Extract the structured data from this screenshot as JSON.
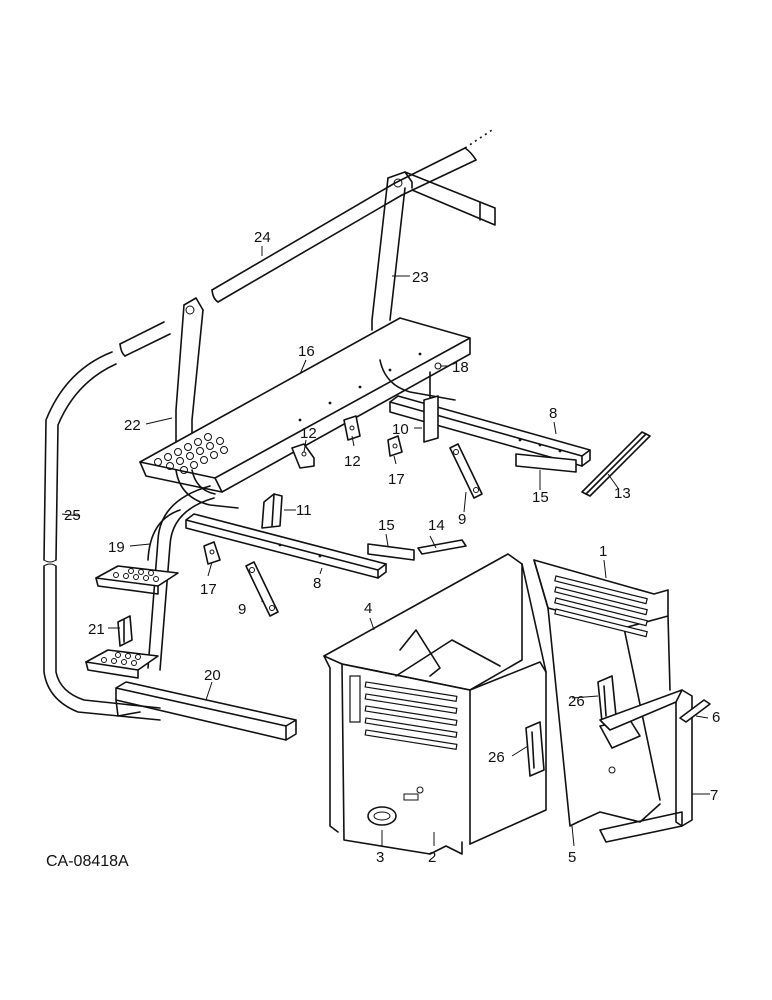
{
  "drawing_ref": "CA-08418A",
  "callouts": [
    {
      "id": "c1",
      "label": "1"
    },
    {
      "id": "c2",
      "label": "2"
    },
    {
      "id": "c3",
      "label": "3"
    },
    {
      "id": "c4",
      "label": "4"
    },
    {
      "id": "c5",
      "label": "5"
    },
    {
      "id": "c6",
      "label": "6"
    },
    {
      "id": "c7",
      "label": "7"
    },
    {
      "id": "c8a",
      "label": "8"
    },
    {
      "id": "c8b",
      "label": "8"
    },
    {
      "id": "c9a",
      "label": "9"
    },
    {
      "id": "c9b",
      "label": "9"
    },
    {
      "id": "c10",
      "label": "10"
    },
    {
      "id": "c11",
      "label": "11"
    },
    {
      "id": "c12a",
      "label": "12"
    },
    {
      "id": "c12b",
      "label": "12"
    },
    {
      "id": "c13",
      "label": "13"
    },
    {
      "id": "c14",
      "label": "14"
    },
    {
      "id": "c15a",
      "label": "15"
    },
    {
      "id": "c15b",
      "label": "15"
    },
    {
      "id": "c16",
      "label": "16"
    },
    {
      "id": "c17a",
      "label": "17"
    },
    {
      "id": "c17b",
      "label": "17"
    },
    {
      "id": "c18",
      "label": "18"
    },
    {
      "id": "c19",
      "label": "19"
    },
    {
      "id": "c20",
      "label": "20"
    },
    {
      "id": "c21",
      "label": "21"
    },
    {
      "id": "c22",
      "label": "22"
    },
    {
      "id": "c23",
      "label": "23"
    },
    {
      "id": "c24",
      "label": "24"
    },
    {
      "id": "c25",
      "label": "25"
    },
    {
      "id": "c26a",
      "label": "26"
    },
    {
      "id": "c26b",
      "label": "26"
    }
  ]
}
